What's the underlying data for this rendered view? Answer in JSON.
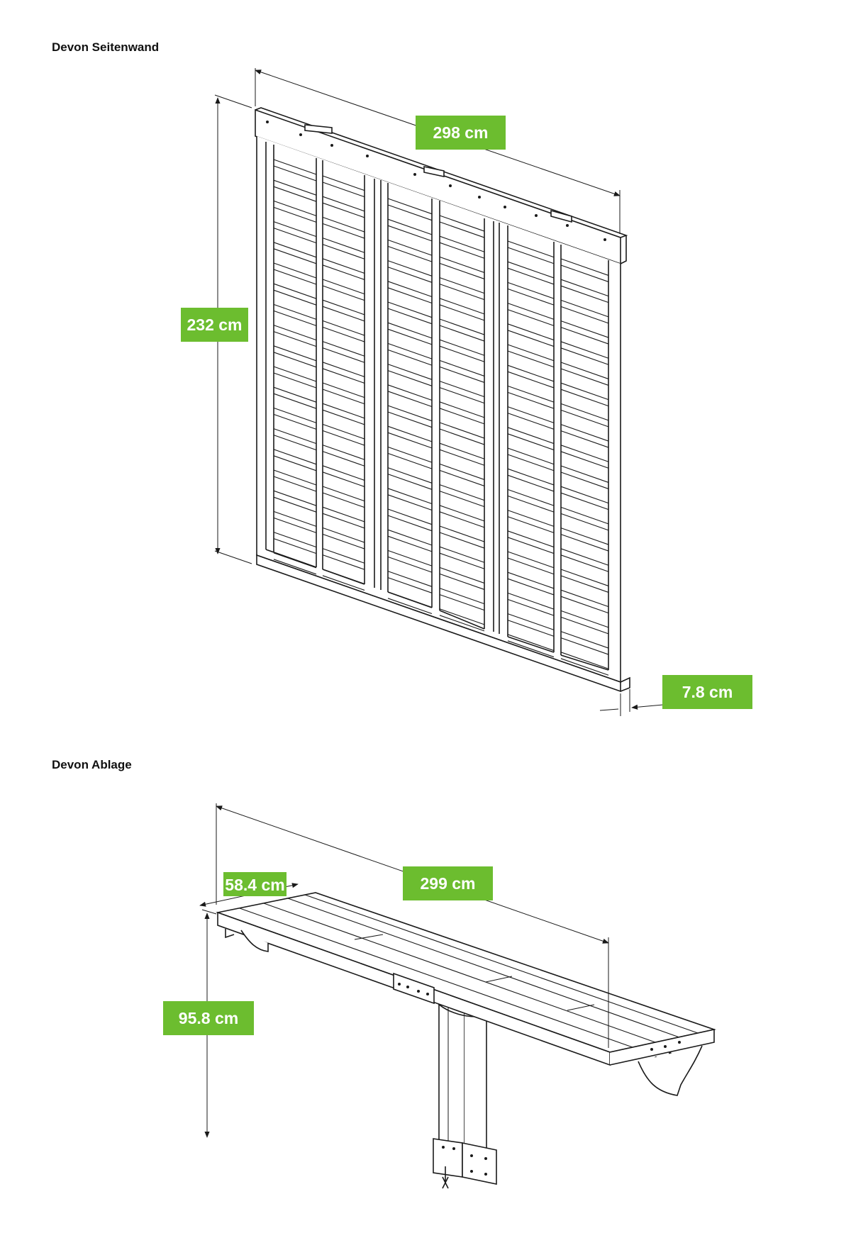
{
  "sections": [
    {
      "title": "Devon Seitenwand",
      "dimensions": {
        "width": "298 cm",
        "height": "232 cm",
        "depth": "7.8 cm"
      }
    },
    {
      "title": "Devon Ablage",
      "dimensions": {
        "length": "299 cm",
        "depth": "58.4 cm",
        "height": "95.8 cm"
      }
    }
  ],
  "colors": {
    "label_background": "#6cbd2f",
    "label_text": "#ffffff",
    "line": "#1a1a1a"
  }
}
